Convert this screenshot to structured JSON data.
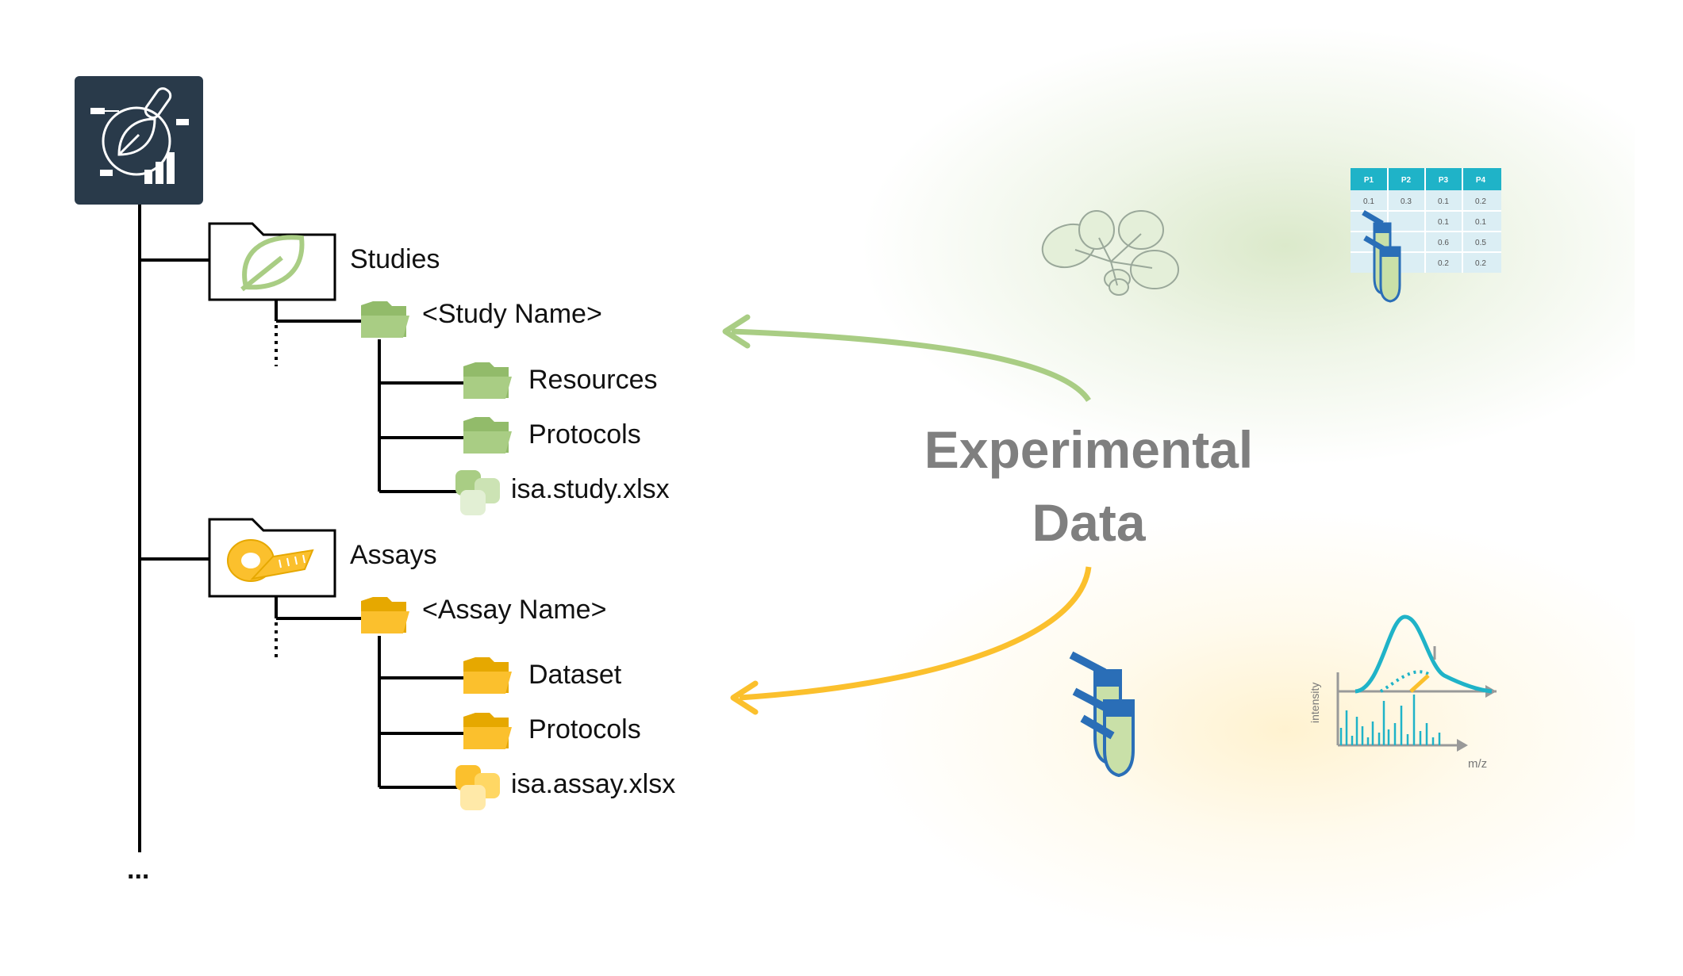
{
  "tree": {
    "root_more": "...",
    "studies": {
      "label": "Studies",
      "child": "<Study Name>",
      "items": [
        "Resources",
        "Protocols",
        "isa.study.xlsx"
      ]
    },
    "assays": {
      "label": "Assays",
      "child": "<Assay Name>",
      "items": [
        "Dataset",
        "Protocols",
        "isa.assay.xlsx"
      ]
    }
  },
  "center": {
    "line1": "Experimental",
    "line2": "Data"
  },
  "table": {
    "headers": [
      "P1",
      "P2",
      "P3",
      "P4"
    ],
    "rows": [
      [
        "0.1",
        "0.3",
        "0.1",
        "0.2"
      ],
      [
        "",
        "",
        "0.1",
        "0.1"
      ],
      [
        "",
        "",
        "0.6",
        "0.5"
      ],
      [
        "",
        "",
        "0.2",
        "0.2"
      ]
    ]
  },
  "spectrum": {
    "ylabel": "intensity",
    "xlabel": "m/z"
  },
  "colors": {
    "green": "#a9cd84",
    "green_dark": "#92bb6a",
    "yellow": "#fbc02d",
    "yellow_dark": "#e6a800",
    "navy": "#293a4a",
    "gray_text": "#7f7f7f",
    "teal": "#1fb3c8",
    "blue": "#2a6eb7"
  }
}
